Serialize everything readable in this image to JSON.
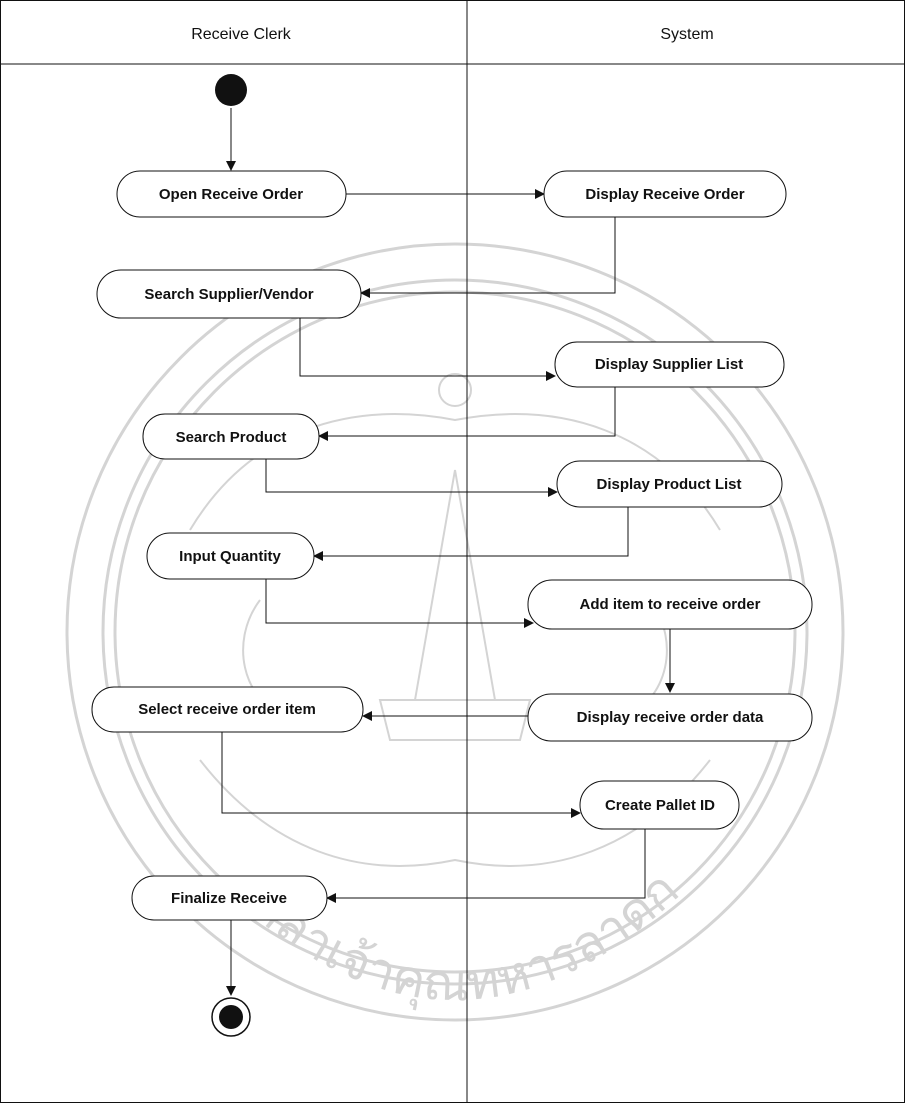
{
  "swimlanes": {
    "left_title": "Receive Clerk",
    "right_title": "System"
  },
  "nodes": {
    "open_receive_order": "Open Receive Order",
    "display_receive_order": "Display Receive Order",
    "search_supplier_vendor": "Search Supplier/Vendor",
    "display_supplier_list": "Display Supplier List",
    "search_product": "Search Product",
    "display_product_list": "Display Product List",
    "input_quantity": "Input Quantity",
    "add_item_to_receive_order": "Add item  to receive order",
    "select_receive_order_item": "Select receive order item",
    "display_receive_order_data": "Display receive order data",
    "create_pallet_id": "Create Pallet ID",
    "finalize_receive": "Finalize Receive"
  },
  "watermark": {
    "text": "ะจอมเกล้าเจ้าคุณทหารลาดกระบัง"
  },
  "colors": {
    "line": "#111111",
    "watermark": "#d4d4d4",
    "background": "#ffffff"
  }
}
